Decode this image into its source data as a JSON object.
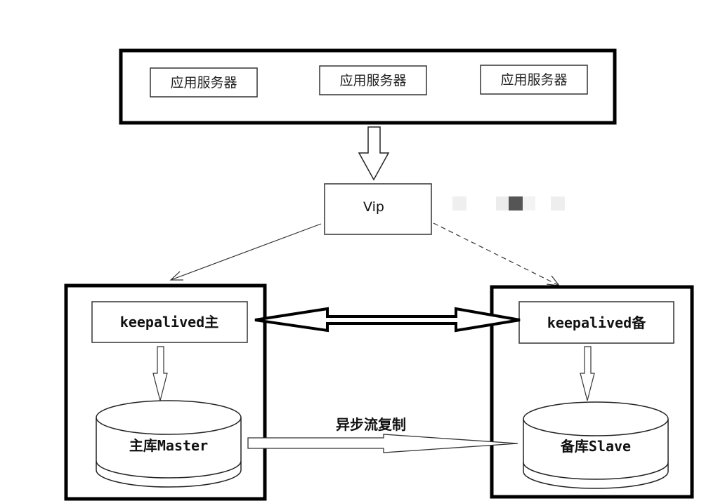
{
  "top_group": {
    "servers": [
      {
        "label": "应用服务器"
      },
      {
        "label": "应用服务器"
      },
      {
        "label": "应用服务器"
      }
    ]
  },
  "vip": {
    "label": "Vip"
  },
  "master_node": {
    "keepalived_label": "keepalived主",
    "db_label": "主库Master"
  },
  "slave_node": {
    "keepalived_label": "keepalived备",
    "db_label": "备库Slave"
  },
  "replication": {
    "label": "异步流复制"
  }
}
